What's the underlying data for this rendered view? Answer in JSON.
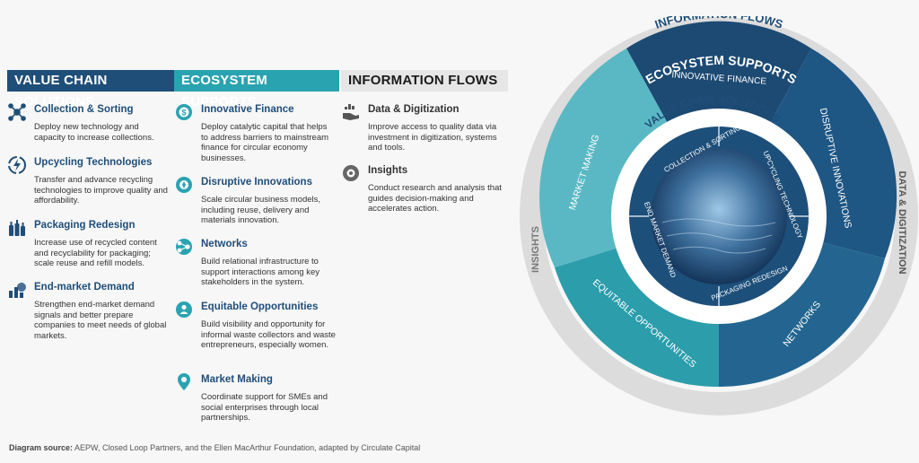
{
  "headers": {
    "vcs": "VALUE CHAIN SOLUTIONS",
    "eco": "ECOSYSTEM SUPPORTS",
    "inf": "INFORMATION FLOWS"
  },
  "vcs_items": [
    {
      "title": "Collection & Sorting",
      "desc": "Deploy new technology and capacity to increase collections.",
      "icon": "network-nodes-icon"
    },
    {
      "title": "Upcycling Technologies",
      "desc": "Transfer and advance recycling technologies to improve quality and affordability.",
      "icon": "lightning-recycle-icon"
    },
    {
      "title": "Packaging Redesign",
      "desc": "Increase use of recycled content and recyclability for packaging; scale  reuse and refill models.",
      "icon": "bottles-icon"
    },
    {
      "title": "End-market Demand",
      "desc": "Strengthen end-market demand signals and better prepare companies to meet needs of global markets.",
      "icon": "chart-icon"
    }
  ],
  "eco_items": [
    {
      "title": "Innovative Finance",
      "desc": "Deploy catalytic capital that helps to address barriers to mainstream finance for circular economy businesses.",
      "icon": "finance-gear-icon"
    },
    {
      "title": "Disruptive Innovations",
      "desc": "Scale circular business models, including reuse, delivery and materials innovation.",
      "icon": "innovation-gear-icon"
    },
    {
      "title": "Networks",
      "desc": "Build relational infrastructure to support interactions among key stakeholders in the system.",
      "icon": "network-globe-icon"
    },
    {
      "title": "Equitable Opportunities",
      "desc": "Build visibility and opportunity for informal waste collectors and waste entrepreneurs, especially women.",
      "icon": "person-gear-icon"
    },
    {
      "title": "Market Making",
      "desc": "Coordinate support for SMEs and social enterprises through local partnerships.",
      "icon": "map-pin-icon"
    }
  ],
  "inf_items": [
    {
      "title": "Data & Digitization",
      "desc": "Improve access to quality data via investment in digitization, systems and tools.",
      "icon": "hand-data-icon"
    },
    {
      "title": "Insights",
      "desc": "Conduct research and analysis that guides decision-making and accelerates action.",
      "icon": "insights-gear-icon"
    }
  ],
  "diagram": {
    "outer_ring": {
      "top": "INFORMATION FLOWS",
      "right": "DATA & DIGITIZATION",
      "left": "INSIGHTS"
    },
    "eco_ring": {
      "label": "ECOSYSTEM SUPPORTS",
      "segments": [
        "INNOVATIVE FINANCE",
        "DISRUPTIVE INNOVATIONS",
        "NETWORKS",
        "EQUITABLE OPPORTUNITIES",
        "MARKET MAKING"
      ]
    },
    "vcs_ring": {
      "label": "VALUE CHAIN SOLUTIONS",
      "segments": [
        "COLLECTION & SORTING",
        "UPCYCLING TECHNOLOGY",
        "PACKAGING REDESIGN",
        "END MARKET DEMAND"
      ]
    }
  },
  "footer": {
    "label": "Diagram source:",
    "text": " AEPW, Closed Loop Partners, and the Ellen MacArthur Foundation, adapted by Circulate Capital"
  },
  "colors": {
    "navy": "#1f4e79",
    "teal": "#2aa3b0",
    "grey": "#e6e6e6"
  }
}
